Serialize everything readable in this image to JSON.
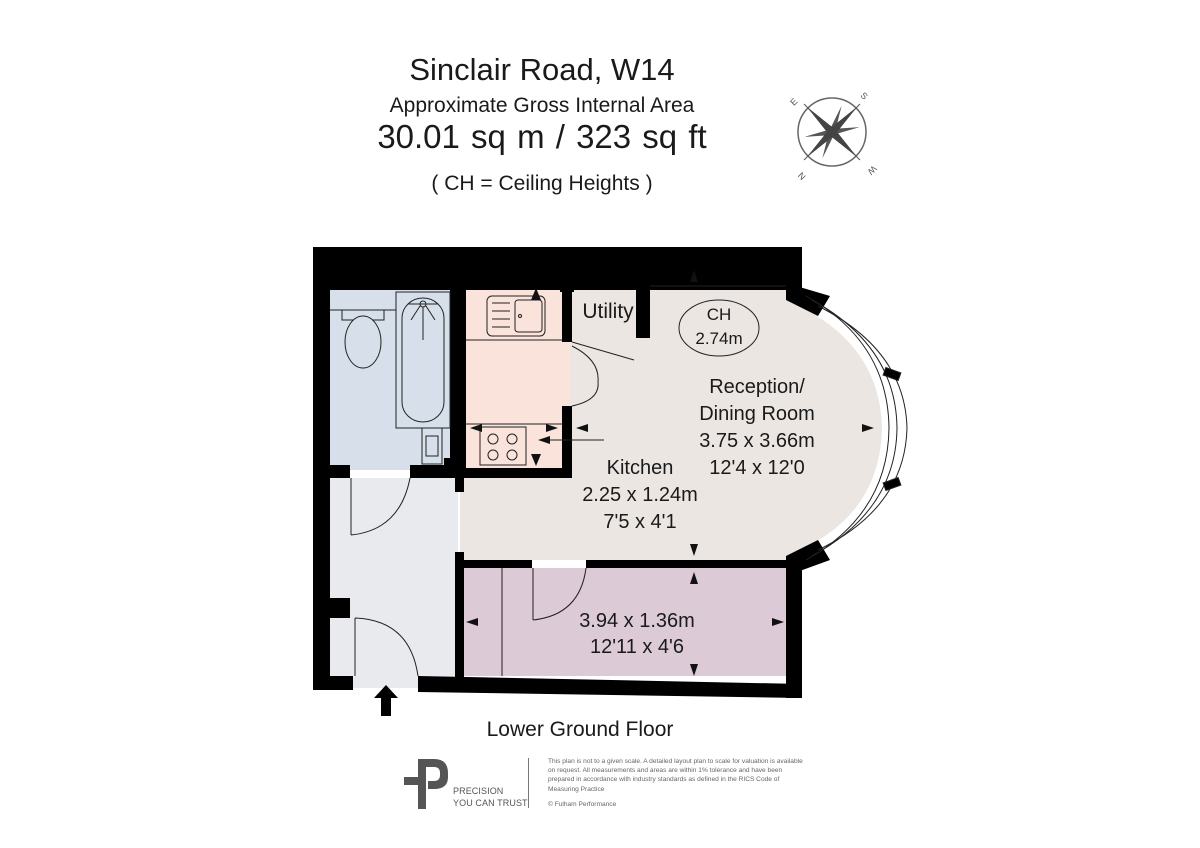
{
  "header": {
    "title": "Sinclair Road, W14",
    "subtitle": "Approximate Gross Internal Area",
    "area": "30.01 sq m  /  323 sq ft",
    "ceiling_note": "( CH = Ceiling Heights )"
  },
  "compass": {
    "icon": "compass-rose-icon",
    "labels": {
      "n": "N",
      "s": "S",
      "e": "E",
      "w": "W"
    }
  },
  "rooms": {
    "utility": {
      "name": "Utility"
    },
    "ceiling_height": {
      "label": "CH",
      "value": "2.74m"
    },
    "reception": {
      "name_line1": "Reception/",
      "name_line2": "Dining Room",
      "metric": "3.75 x 3.66m",
      "imperial": "12'4 x 12'0"
    },
    "kitchen": {
      "name": "Kitchen",
      "metric": "2.25 x 1.24m",
      "imperial": "7'5 x 4'1"
    },
    "bedroom": {
      "metric": "3.94 x 1.36m",
      "imperial": "12'11 x 4'6"
    }
  },
  "floor": {
    "label": "Lower Ground Floor"
  },
  "footer": {
    "logo_line1": "PRECISION",
    "logo_line2": "YOU CAN TRUST",
    "disclaimer": "This plan is not to a given scale. A detailed layout plan to scale for valuation is available on request. All measurements and areas are within 1% tolerance and have been prepared in accordance with industry standards as defined in the RICS Code of Measuring Practice",
    "copyright": "© Fulham Performance"
  },
  "colors": {
    "wall": "#000000",
    "bathroom": "#d7e0ea",
    "kitchen": "#f9e3da",
    "reception": "#ebe6e2",
    "hall": "#e8eaed",
    "bedroom": "#dccbd6",
    "logo": "#555555"
  }
}
